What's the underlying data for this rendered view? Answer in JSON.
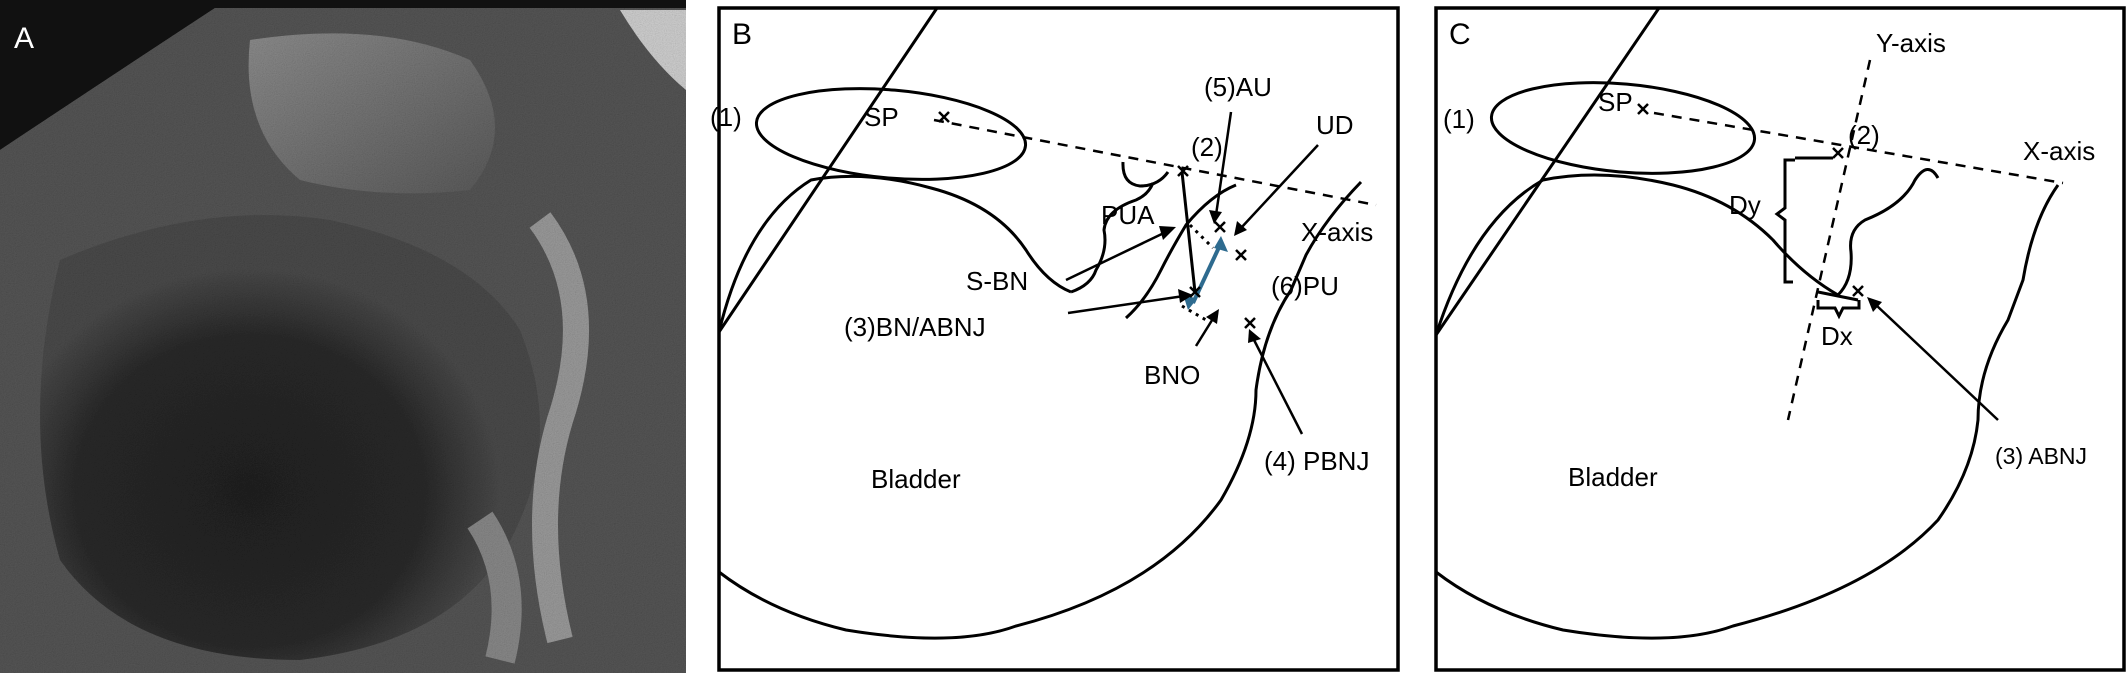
{
  "figure": {
    "panel_a": {
      "letter": "A"
    },
    "panel_b": {
      "letter": "B",
      "labels": {
        "sp": "SP",
        "p1": "(1)",
        "p2": "(2)",
        "au": "(5)AU",
        "ud": "UD",
        "pua": "PUA",
        "xaxis": "X-axis",
        "sbn": "S-BN",
        "pu": "(6)PU",
        "bn_abnj": "(3)BN/ABNJ",
        "bno": "BNO",
        "pbnj": "(4) PBNJ",
        "bladder": "Bladder"
      }
    },
    "panel_c": {
      "letter": "C",
      "labels": {
        "yaxis": "Y-axis",
        "sp": "SP",
        "p1": "(1)",
        "p2": "(2)",
        "xaxis": "X-axis",
        "dy": "Dy",
        "dx": "Dx",
        "abnj": "(3) ABNJ",
        "bladder": "Bladder"
      }
    },
    "colors": {
      "line": "#000000",
      "bno_arrow": "#2e6b8f",
      "ultrasound_dark": "#1a1a1a"
    }
  }
}
